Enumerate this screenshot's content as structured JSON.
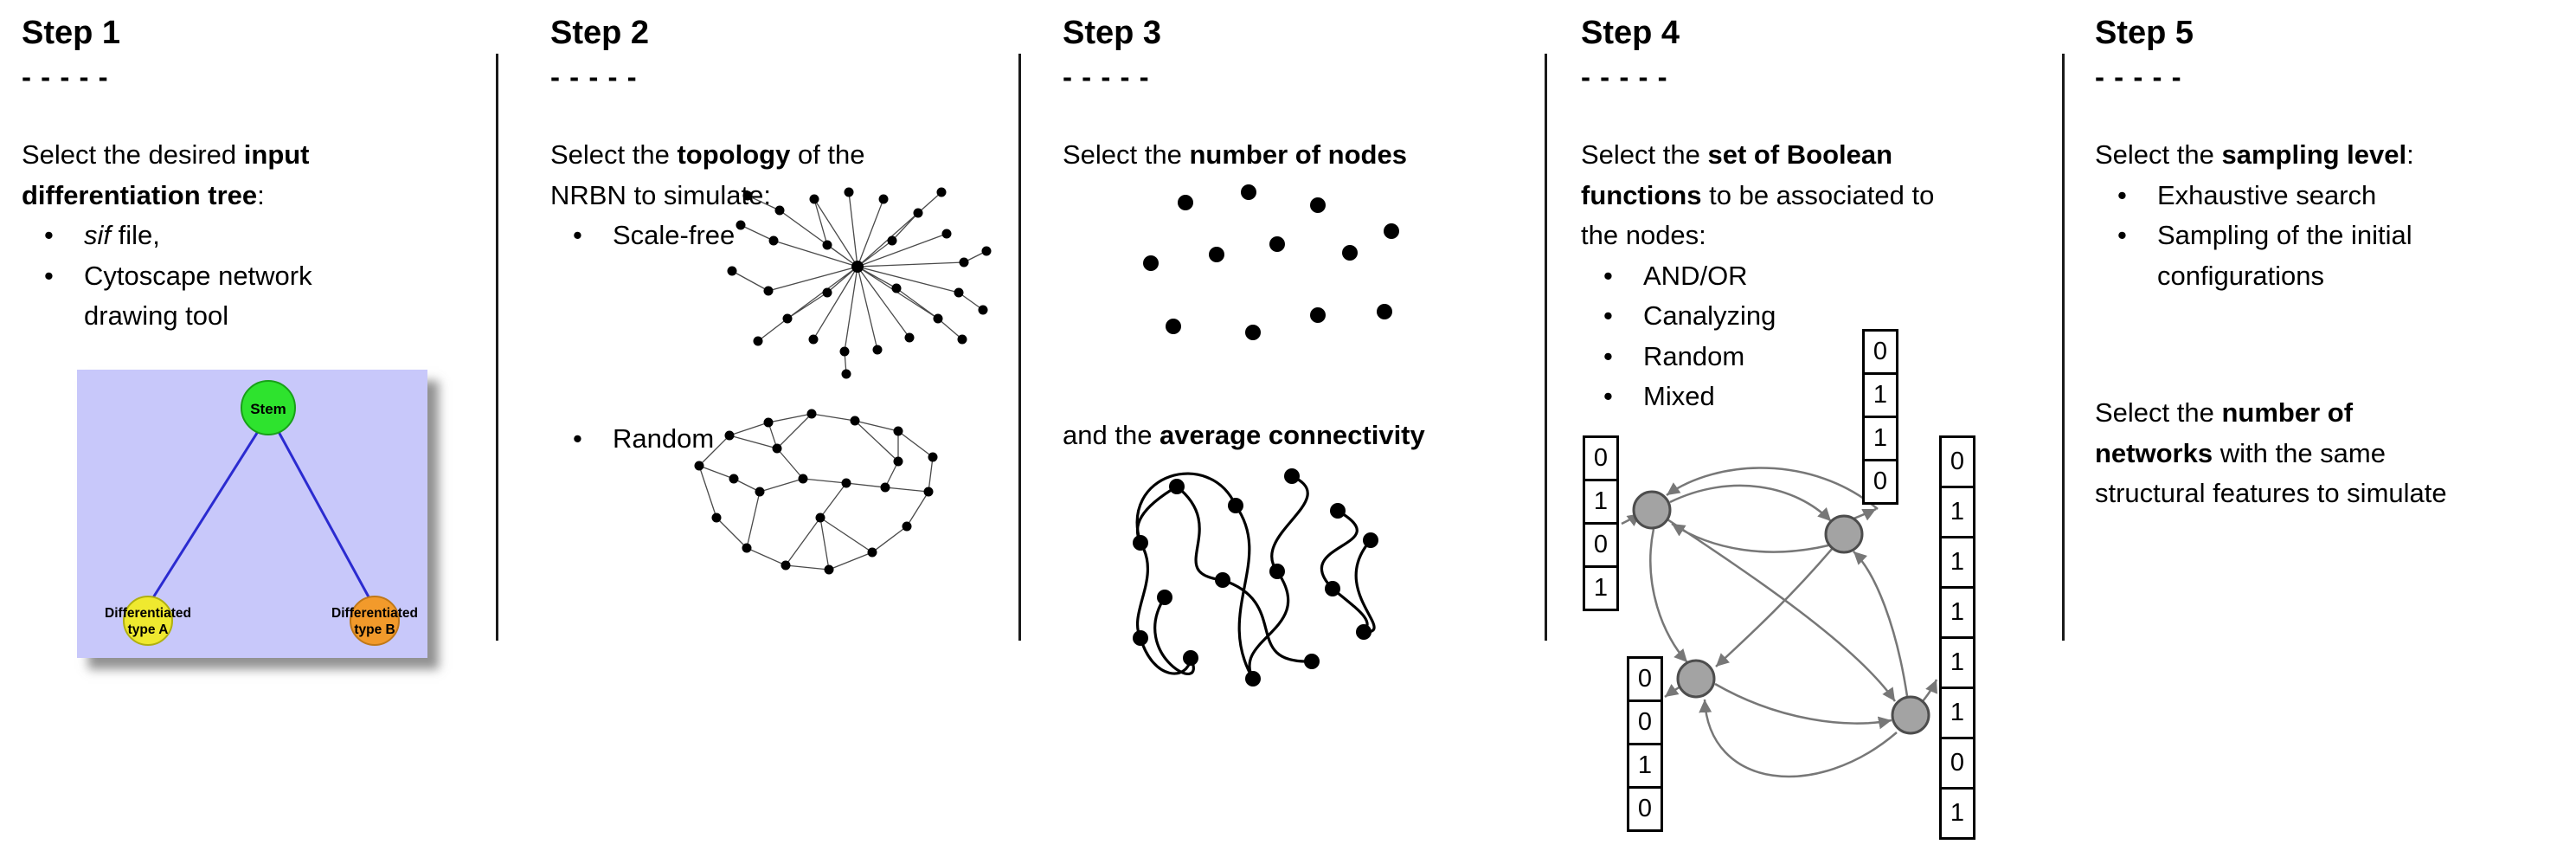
{
  "steps": {
    "step1": {
      "title": "Step 1",
      "rule": "- - - - -",
      "intro": {
        "pre": "Select the desired ",
        "bold": "input differentiation tree",
        "post": ":"
      },
      "bullet_sif": {
        "italic": "sif",
        "rest": " file,"
      },
      "bullet_cytoscape": "Cytoscape network drawing tool",
      "tree": {
        "background_color": "#c8c8fa",
        "edge_color": "#2b2bd0",
        "stem": {
          "label": "Stem",
          "color": "#2ee32e"
        },
        "type_a": {
          "label_line1": "Differentiated",
          "label_line2": "type A",
          "color": "#efe92f"
        },
        "type_b": {
          "label_line1": "Differentiated",
          "label_line2": "type B",
          "color": "#f29a2b"
        }
      }
    },
    "step2": {
      "title": "Step 2",
      "rule": "- - - - -",
      "intro": {
        "pre": "Select the ",
        "bold": "topology",
        "post": " of the NRBN to simulate:"
      },
      "bullets": [
        "Scale-free",
        "Random"
      ]
    },
    "step3": {
      "title": "Step 3",
      "rule": "- - - - -",
      "line_nodes": {
        "pre": "Select the ",
        "bold": "number of nodes"
      },
      "line_connectivity": {
        "pre": "and the ",
        "bold": "average connectivity"
      }
    },
    "step4": {
      "title": "Step 4",
      "rule": "- - - - -",
      "intro": {
        "pre": "Select the ",
        "bold": "set of Boolean functions",
        "post": " to be associated to the nodes:"
      },
      "bullets": [
        "AND/OR",
        "Canalyzing",
        "Random",
        "Mixed"
      ],
      "truth_tables": {
        "left": [
          "0",
          "1",
          "0",
          "1"
        ],
        "top": [
          "0",
          "1",
          "1",
          "0"
        ],
        "bottom_left": [
          "0",
          "0",
          "1",
          "0"
        ],
        "right": [
          "0",
          "1",
          "1",
          "1",
          "1",
          "1",
          "0",
          "1"
        ]
      },
      "node_color": "#a3a3a3"
    },
    "step5": {
      "title": "Step 5",
      "rule": "- - - - -",
      "intro": {
        "pre": "Select the ",
        "bold": "sampling level",
        "post": ":"
      },
      "bullets": [
        "Exhaustive search",
        "Sampling of the initial configurations"
      ],
      "para2": {
        "pre": "Select the ",
        "bold": "number of networks",
        "post": " with the same structural features to simulate"
      }
    }
  }
}
